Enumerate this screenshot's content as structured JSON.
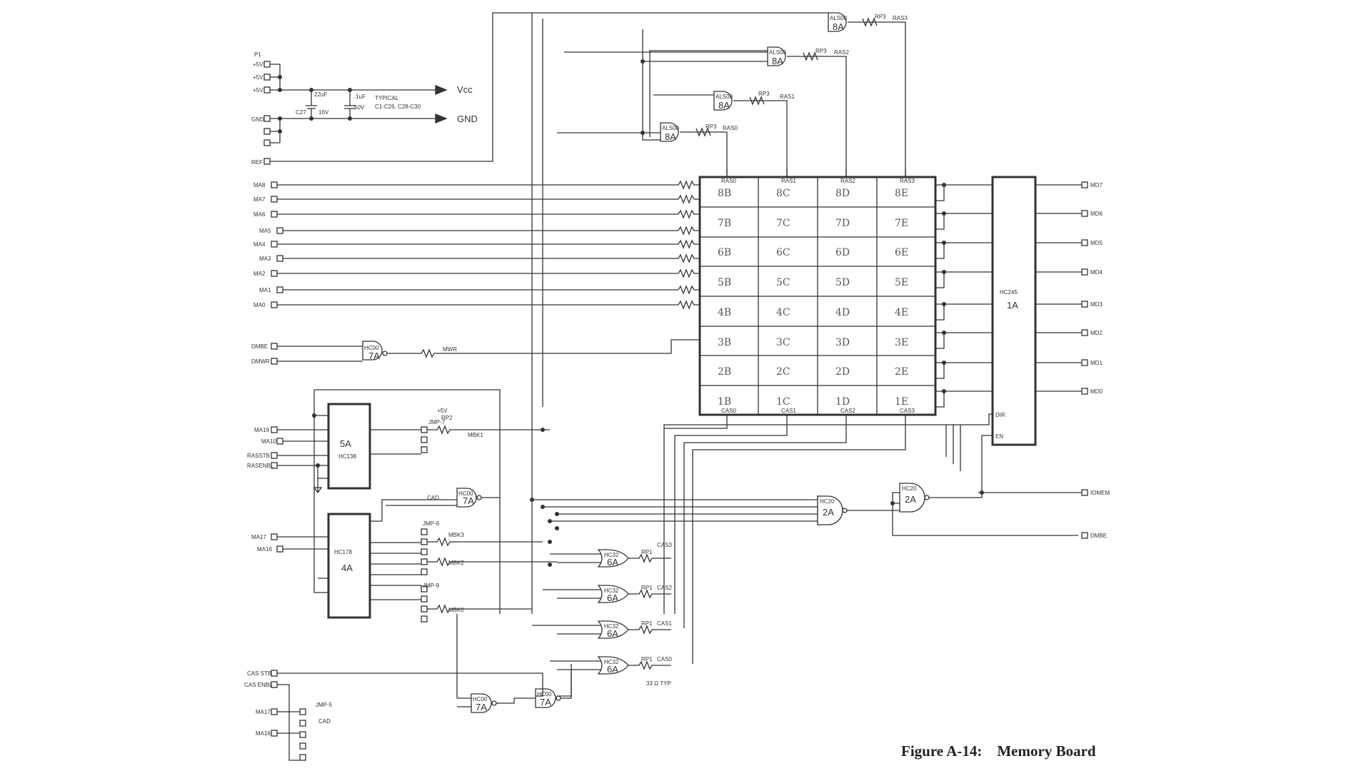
{
  "caption": {
    "figure": "Figure A-14:",
    "title": "Memory Board"
  },
  "power": {
    "connector": "P1",
    "vcc_pins": [
      "+5V",
      "+5V",
      "+5V"
    ],
    "gnd_label": "GND",
    "vcc_out": "Vcc",
    "gnd_out": "GND",
    "cap_big_value": "22uF",
    "cap_big_ref": "C27",
    "cap_big_rating": "16V",
    "cap_small_value": ".1uF",
    "cap_small_rating": "50V",
    "typical_note": "TYPICAL",
    "typical_refs": "C1-C26, C28-C30",
    "ref_label": "REF"
  },
  "address_inputs": [
    "MA8",
    "MA7",
    "MA6",
    "MA5",
    "MA4",
    "MA3",
    "MA2",
    "MA1",
    "MA0"
  ],
  "control_inputs": [
    "DMBE",
    "DMWR"
  ],
  "mwr_label": "MWR",
  "decode_inputs": [
    "MA19",
    "MA10",
    "RASSTB",
    "RASENBL"
  ],
  "decode_inputs_2": [
    "MA17",
    "MA16"
  ],
  "cas_inputs": [
    "CAS STB",
    "CAS ENBL",
    "MA17",
    "MA16"
  ],
  "chips": {
    "gate8A": {
      "type": "ALS00",
      "name": "8A"
    },
    "gate7A": {
      "type": "HC00",
      "name": "7A"
    },
    "gate6A": {
      "type": "HC32",
      "name": "6A"
    },
    "gate2A": {
      "type": "HC20",
      "name": "2A"
    },
    "dec5A": {
      "type": "HC138",
      "name": "5A"
    },
    "dec4A": {
      "type": "HC178",
      "name": "4A"
    },
    "buf1A": {
      "type": "HC245",
      "name": "1A"
    }
  },
  "resistors": [
    "RP3",
    "RP3",
    "RP3",
    "RP3",
    "RP2",
    "RP1",
    "RP1",
    "RP1",
    "RP1"
  ],
  "ras_labels": [
    "RAS3",
    "RAS2",
    "RAS1",
    "RAS0"
  ],
  "cas_labels": [
    "CAS3",
    "CAS2",
    "CAS1",
    "CAS0"
  ],
  "bank_labels": [
    "MBK1",
    "MBK3",
    "MBK2",
    "MBK0"
  ],
  "jumper_labels": [
    "JMP-7",
    "JMP-6",
    "JMP-9",
    "JMP-5"
  ],
  "resistor_typ": "33 Ω TYP",
  "memory_rows": [
    [
      "8B",
      "8C",
      "8D",
      "8E"
    ],
    [
      "7B",
      "7C",
      "7D",
      "7E"
    ],
    [
      "6B",
      "6C",
      "6D",
      "6E"
    ],
    [
      "5B",
      "5C",
      "5D",
      "5E"
    ],
    [
      "4B",
      "4C",
      "4D",
      "4E"
    ],
    [
      "3B",
      "3C",
      "3D",
      "3E"
    ],
    [
      "2B",
      "2C",
      "2D",
      "2E"
    ],
    [
      "1B",
      "1C",
      "1D",
      "1E"
    ]
  ],
  "data_outputs": [
    "MD7",
    "MD6",
    "MD5",
    "MD4",
    "MD3",
    "MD2",
    "MD1",
    "MD0"
  ],
  "right_signals": [
    "IOMEM",
    "DMBE"
  ],
  "misc": {
    "cad": "CAD",
    "vcc5": "+5V",
    "dir": "DIR",
    "en": "EN"
  }
}
